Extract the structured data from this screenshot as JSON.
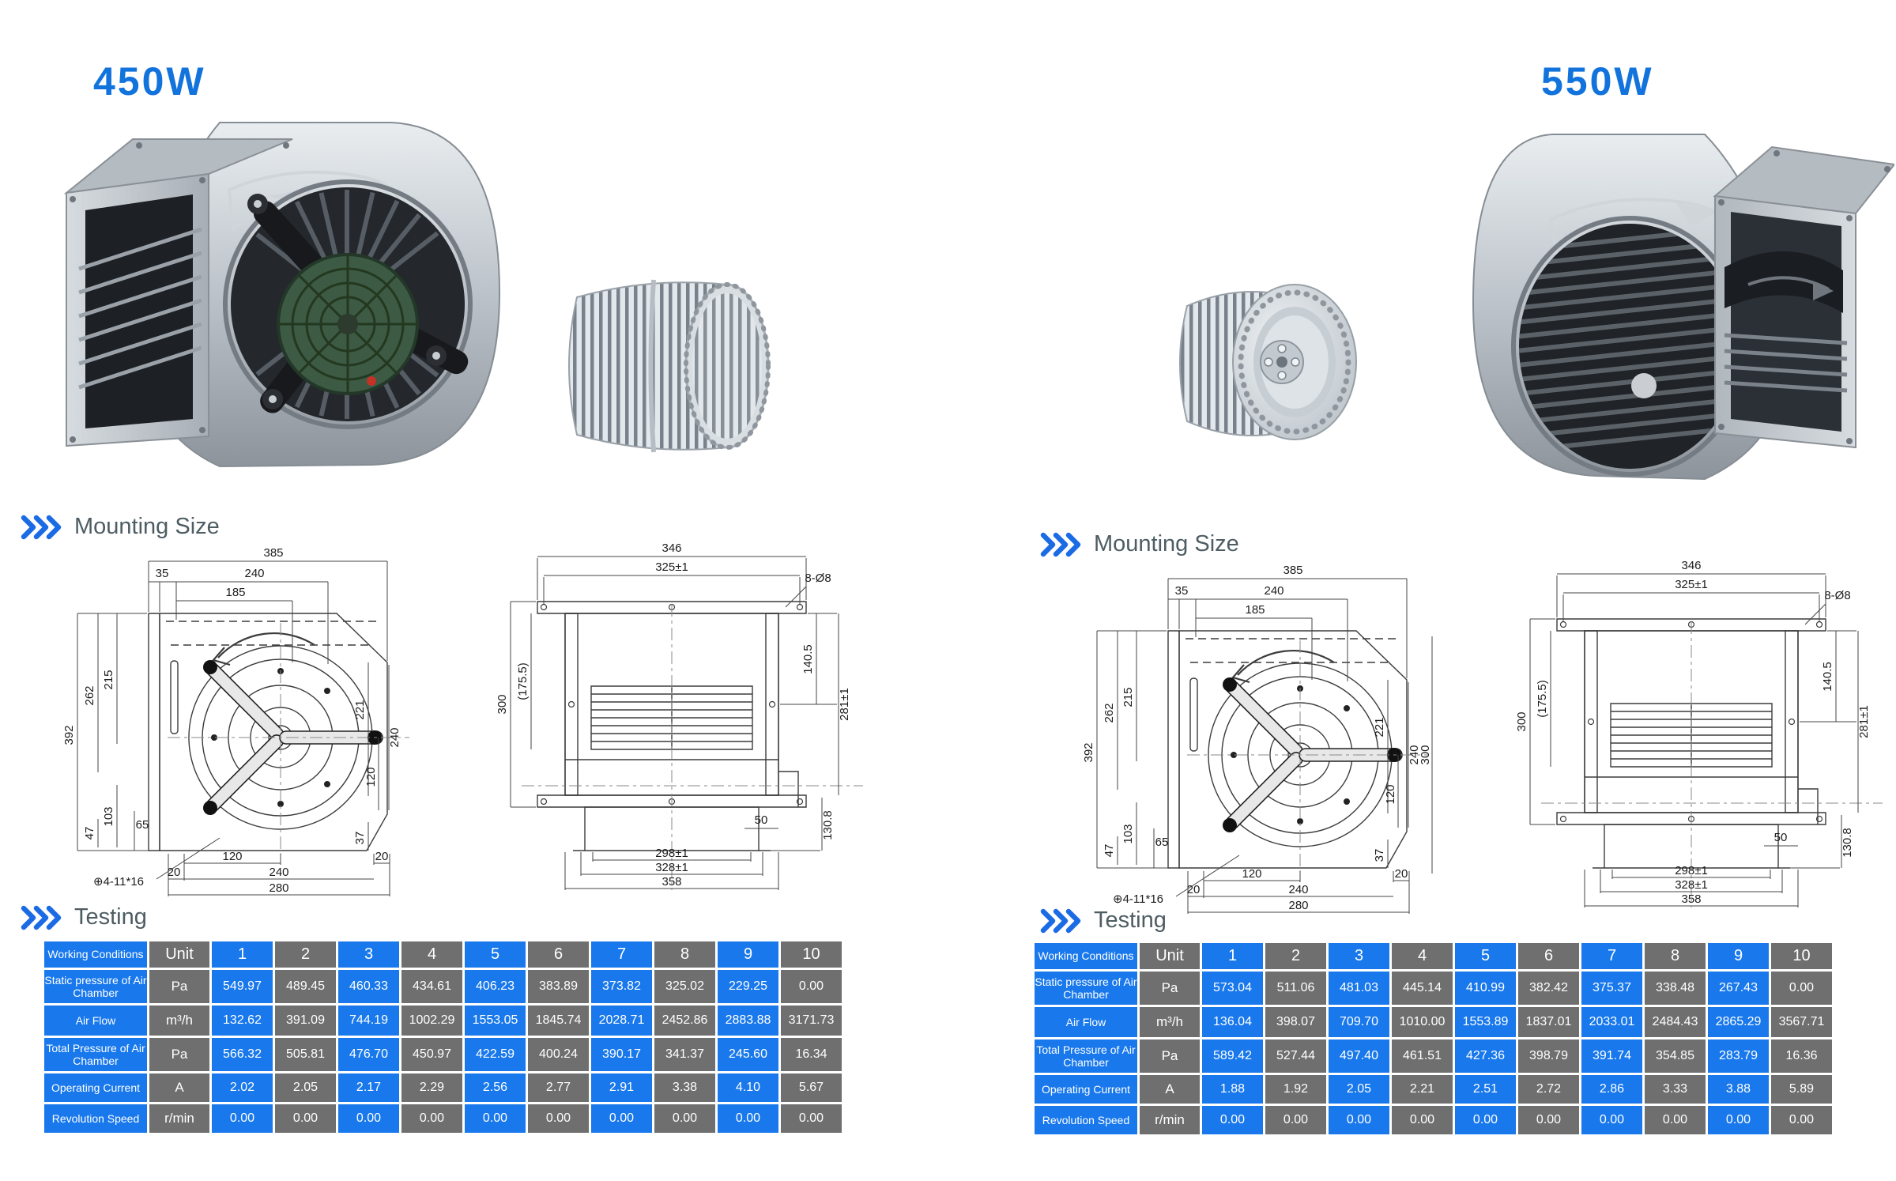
{
  "colors": {
    "accent_blue": "#1273DC",
    "table_blue": "#1878EC",
    "table_gray": "#6F6F6F",
    "heading_gray": "#4E5D63"
  },
  "panels": {
    "left": {
      "title": "450W",
      "mounting_heading": "Mounting Size",
      "testing_heading": "Testing",
      "table": {
        "header": [
          "Working Conditions",
          "Unit",
          "1",
          "2",
          "3",
          "4",
          "5",
          "6",
          "7",
          "8",
          "9",
          "10"
        ],
        "rows": [
          {
            "label": "Static pressure of Air Chamber",
            "unit": "Pa",
            "values": [
              "549.97",
              "489.45",
              "460.33",
              "434.61",
              "406.23",
              "383.89",
              "373.82",
              "325.02",
              "229.25",
              "0.00"
            ]
          },
          {
            "label": "Air Flow",
            "unit": "m³/h",
            "values": [
              "132.62",
              "391.09",
              "744.19",
              "1002.29",
              "1553.05",
              "1845.74",
              "2028.71",
              "2452.86",
              "2883.88",
              "3171.73"
            ]
          },
          {
            "label": "Total Pressure of Air Chamber",
            "unit": "Pa",
            "values": [
              "566.32",
              "505.81",
              "476.70",
              "450.97",
              "422.59",
              "400.24",
              "390.17",
              "341.37",
              "245.60",
              "16.34"
            ]
          },
          {
            "label": "Operating Current",
            "unit": "A",
            "values": [
              "2.02",
              "2.05",
              "2.17",
              "2.29",
              "2.56",
              "2.77",
              "2.91",
              "3.38",
              "4.10",
              "5.67"
            ]
          },
          {
            "label": "Revolution Speed",
            "unit": "r/min",
            "values": [
              "0.00",
              "0.00",
              "0.00",
              "0.00",
              "0.00",
              "0.00",
              "0.00",
              "0.00",
              "0.00",
              "0.00"
            ]
          }
        ]
      }
    },
    "right": {
      "title": "550W",
      "mounting_heading": "Mounting Size",
      "testing_heading": "Testing",
      "table": {
        "header": [
          "Working Conditions",
          "Unit",
          "1",
          "2",
          "3",
          "4",
          "5",
          "6",
          "7",
          "8",
          "9",
          "10"
        ],
        "rows": [
          {
            "label": "Static pressure of Air Chamber",
            "unit": "Pa",
            "values": [
              "573.04",
              "511.06",
              "481.03",
              "445.14",
              "410.99",
              "382.42",
              "375.37",
              "338.48",
              "267.43",
              "0.00"
            ]
          },
          {
            "label": "Air Flow",
            "unit": "m³/h",
            "values": [
              "136.04",
              "398.07",
              "709.70",
              "1010.00",
              "1553.89",
              "1837.01",
              "2033.01",
              "2484.43",
              "2865.29",
              "3567.71"
            ]
          },
          {
            "label": "Total Pressure of Air Chamber",
            "unit": "Pa",
            "values": [
              "589.42",
              "527.44",
              "497.40",
              "461.51",
              "427.36",
              "398.79",
              "391.74",
              "354.85",
              "283.79",
              "16.36"
            ]
          },
          {
            "label": "Operating Current",
            "unit": "A",
            "values": [
              "1.88",
              "1.92",
              "2.05",
              "2.21",
              "2.51",
              "2.72",
              "2.86",
              "3.33",
              "3.88",
              "5.89"
            ]
          },
          {
            "label": "Revolution Speed",
            "unit": "r/min",
            "values": [
              "0.00",
              "0.00",
              "0.00",
              "0.00",
              "0.00",
              "0.00",
              "0.00",
              "0.00",
              "0.00",
              "0.00"
            ]
          }
        ]
      }
    }
  },
  "front_view": {
    "overall_width": "385",
    "inlet_offset": "35",
    "w240": "240",
    "w185": "185",
    "overall_height": "392",
    "h262": "262",
    "h215": "215",
    "h47": "47",
    "h103": "103",
    "h65": "65",
    "r221": "221",
    "r240": "240",
    "r120": "120",
    "r37": "37",
    "r300": "300",
    "hole_callout": "⊕4-11*16",
    "b120": "120",
    "b20_left": "20",
    "b240": "240",
    "b280": "280",
    "b20_right": "20"
  },
  "side_view": {
    "t346": "346",
    "t325": "325±1",
    "hole_callout": "8-Ø8",
    "l300": "300",
    "l175": "(175.5)",
    "r140": "140.5",
    "r281": "281±1",
    "r50": "50",
    "r130": "130.8",
    "b298": "298±1",
    "b328": "328±1",
    "b358": "358"
  }
}
